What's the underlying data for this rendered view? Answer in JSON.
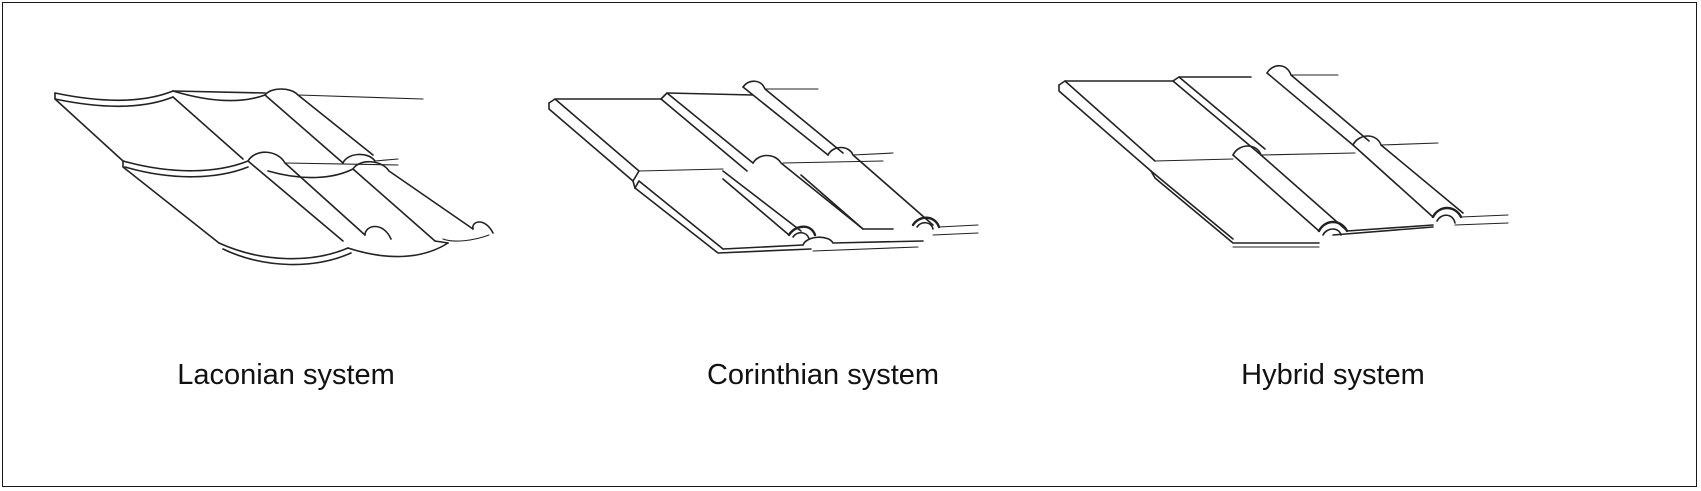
{
  "figure": {
    "panels": [
      {
        "id": "laconian",
        "label": "Laconian system",
        "icon": "laconian-roof-tiles-illustration"
      },
      {
        "id": "corinthian",
        "label": "Corinthian system",
        "icon": "corinthian-roof-tiles-illustration"
      },
      {
        "id": "hybrid",
        "label": "Hybrid system",
        "icon": "hybrid-roof-tiles-illustration"
      }
    ]
  }
}
